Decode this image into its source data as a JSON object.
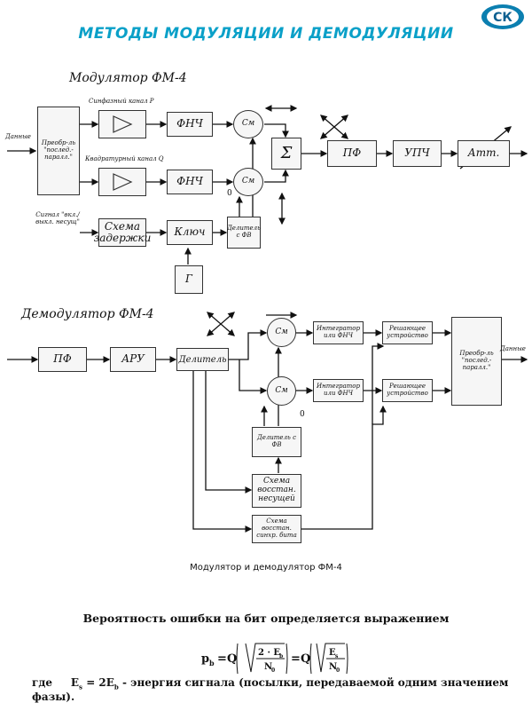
{
  "page_title": "МЕТОДЫ МОДУЛЯЦИИ И ДЕМОДУЛЯЦИИ",
  "logo_text": "СК",
  "modulator": {
    "title": "Модулятор ФМ-4",
    "input_label": "Данные",
    "converter": "Преобр-ль \"послед.-паралл.\"",
    "channel_p": "Синфазный канал P",
    "channel_q": "Квадратурный канал Q",
    "lpf1": "ФНЧ",
    "lpf2": "ФНЧ",
    "mixer1": "См",
    "mixer2": "См",
    "zero": "0",
    "sum": "Σ",
    "bpf": "ПФ",
    "ifa": "УПЧ",
    "att": "Атт.",
    "carrier_signal": "Сигнал \"вкл./выкл. несущ\"",
    "delay": "Схема задержки",
    "key": "Ключ",
    "phase_div": "Делитель с ФВ",
    "gen": "Г"
  },
  "demodulator": {
    "title": "Демодулятор ФМ-4",
    "bpf": "ПФ",
    "agc": "АРУ",
    "splitter": "Делитель",
    "mixer1": "См",
    "mixer2": "См",
    "zero": "0",
    "int1": "Интегратор или ФНЧ",
    "int2": "Интегратор или ФНЧ",
    "dec1": "Решающее устройство",
    "dec2": "Решающее устройство",
    "converter": "Преобр-ль \"послед.-паралл.\"",
    "output_label": "Данные",
    "phase_div": "Делитель с ФВ",
    "carrier_rec": "Схема восстан. несущей",
    "bit_sync": "Схема восстан. синхр. бита"
  },
  "caption": "Модулятор и демодулятор ФМ-4",
  "probability_text": "Вероятность ошибки на бит определяется выражением",
  "formula": {
    "lhs": "p",
    "lhs_sub": "b",
    "Q": "Q",
    "num1": "2 · E",
    "num1_sub": "b",
    "den1": "N",
    "den1_sub": "0",
    "num2": "E",
    "num2_sub": "s",
    "den2": "N",
    "den2_sub": "0"
  },
  "definition": {
    "where": "где",
    "es": "E",
    "es_sub": "s",
    "eq": "= 2E",
    "eb_sub": "b",
    "text": "- энергия сигнала (посылки, передаваемой одним значением фазы)."
  }
}
